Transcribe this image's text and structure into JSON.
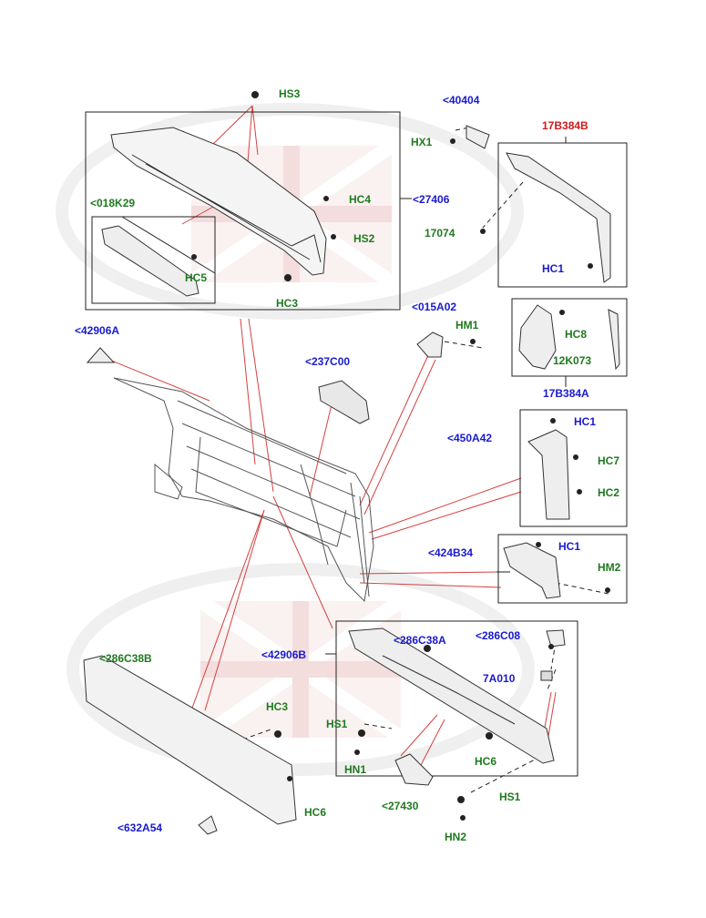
{
  "colors": {
    "callout_line": "#d64040",
    "part_stroke": "#333333",
    "blue_label": "#1a1ad0",
    "green_label": "#1f7a1f",
    "red_label": "#d01a1a",
    "watermark": "#e8b8b8"
  },
  "labels": {
    "HS3": "HS3",
    "p40404": "<40404",
    "p17B384B": "17B384B",
    "HX1": "HX1",
    "p018K29": "<018K29",
    "HC4": "HC4",
    "p27406": "<27406",
    "HS2_top": "HS2",
    "p17074": "17074",
    "HC5": "HC5",
    "HC3_top": "HC3",
    "HC1_right_top": "HC1",
    "p015A02": "<015A02",
    "HM1": "HM1",
    "HC8": "HC8",
    "p42906A": "<42906A",
    "p237C00": "<237C00",
    "p12K073": "12K073",
    "p17B384A": "17B384A",
    "HC1_450": "HC1",
    "p450A42": "<450A42",
    "HC7": "HC7",
    "HC2": "HC2",
    "p424B34": "<424B34",
    "HC1_424": "HC1",
    "HM2": "HM2",
    "p286C38B": "<286C38B",
    "p42906B": "<42906B",
    "p286C38A": "<286C38A",
    "p286C08": "<286C08",
    "p7A010": "7A010",
    "HC3_low": "HC3",
    "HS1_left": "HS1",
    "HN1": "HN1",
    "HC6_right": "HC6",
    "HC6_left": "HC6",
    "p27430": "<27430",
    "HS1_right": "HS1",
    "p632A54": "<632A54",
    "HN2": "HN2"
  }
}
